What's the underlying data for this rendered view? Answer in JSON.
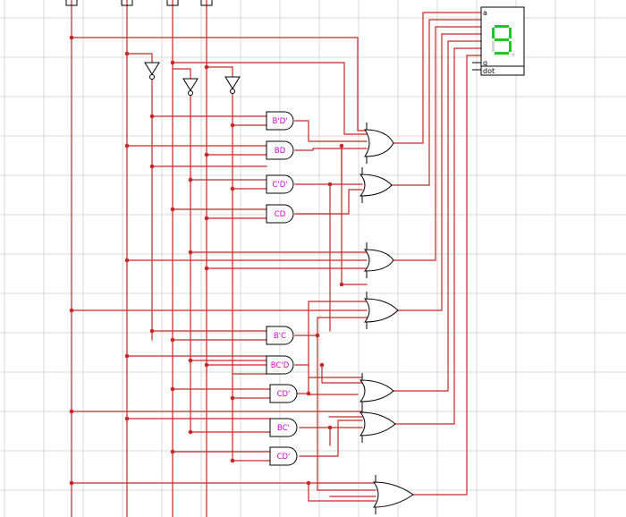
{
  "colors": {
    "grid": "#d9d9d9",
    "wire": "#c62828",
    "dot": "#c62828",
    "component": "#000000",
    "gate_label": "#cc00cc",
    "segment_on": "#22c522",
    "segment_off": "#d6d6d6"
  },
  "and_gates": [
    {
      "label": "B'D'"
    },
    {
      "label": "BD"
    },
    {
      "label": "C'D'"
    },
    {
      "label": "CD"
    },
    {
      "label": "B'C"
    },
    {
      "label": "BC'D"
    },
    {
      "label": "CD'"
    },
    {
      "label": "BC'"
    },
    {
      "label": "CD'"
    }
  ],
  "display": {
    "pin_top": "a",
    "pin_g": "g",
    "pin_dot": "dot",
    "digit_shown": "9",
    "icon": "seven-segment-display-icon"
  }
}
